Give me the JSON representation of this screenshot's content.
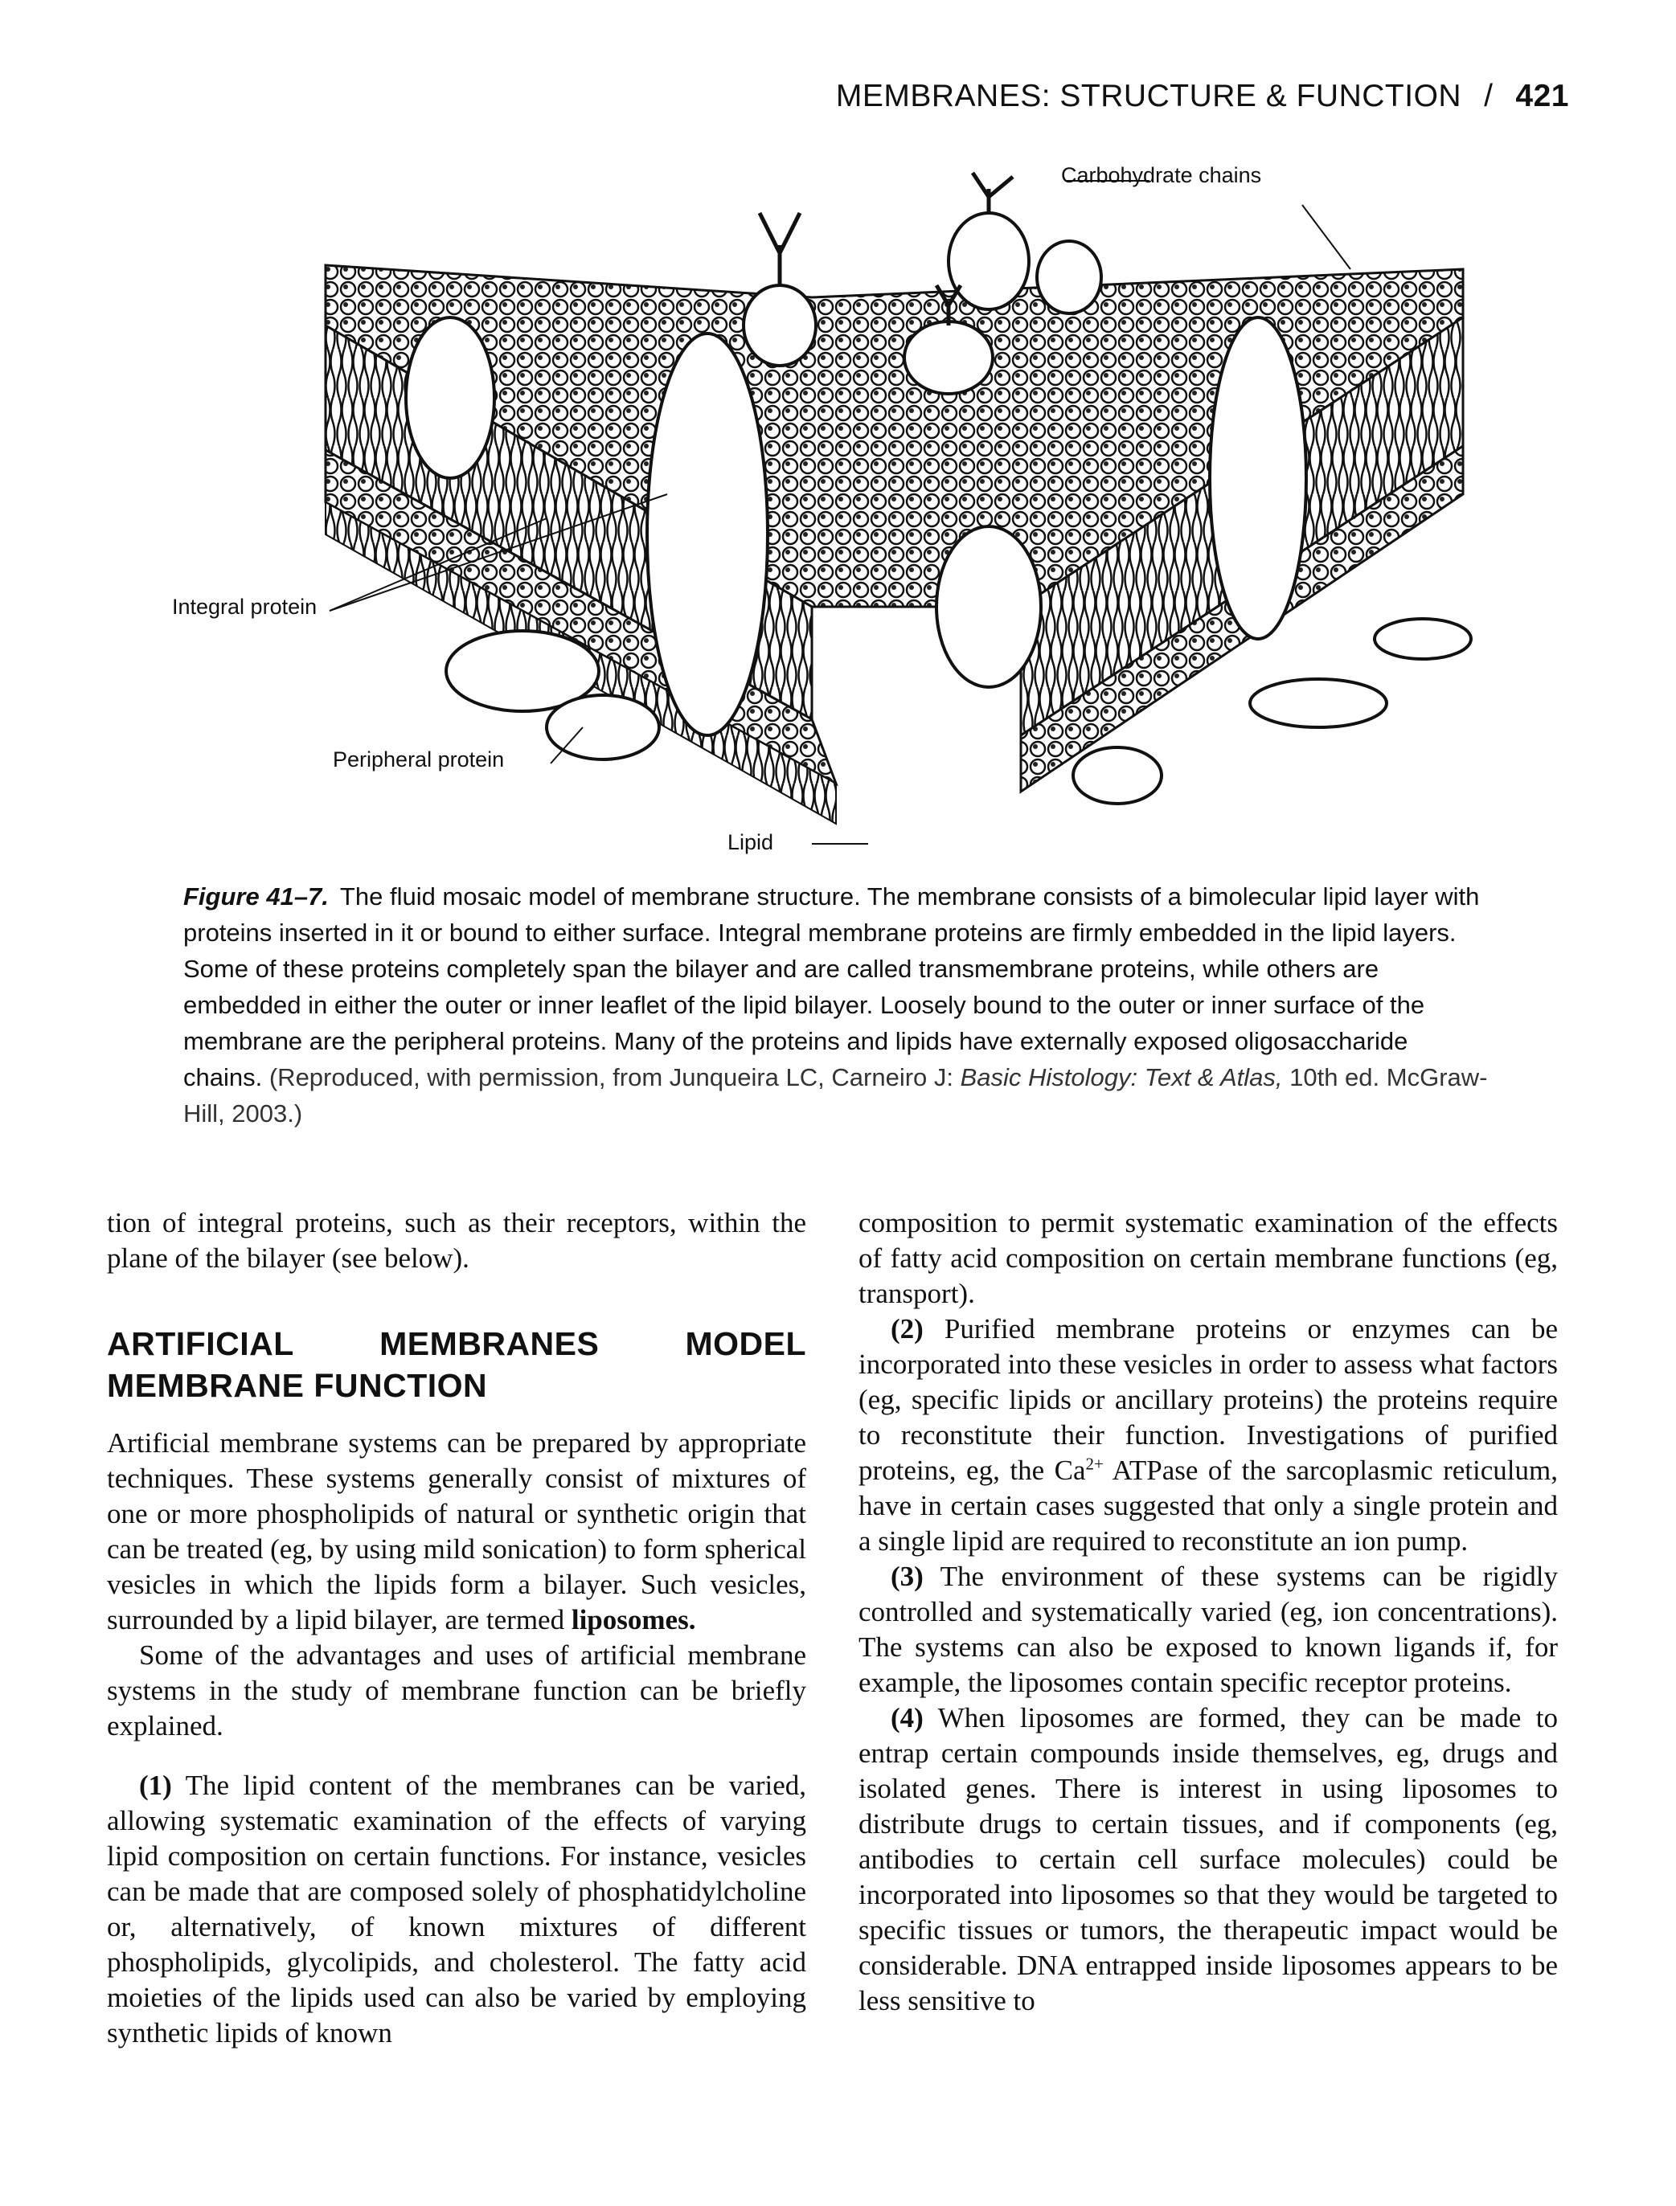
{
  "header": {
    "title": "MEMBRANES: STRUCTURE & FUNCTION",
    "separator": "/",
    "page_number": "421"
  },
  "figure": {
    "labels": {
      "carbohydrate": "Carbohydrate chains",
      "integral": "Integral protein",
      "peripheral": "Peripheral protein",
      "lipid": "Lipid"
    },
    "caption": {
      "number": "Figure 41–7.",
      "text": "The fluid mosaic model of membrane structure. The membrane consists of a bimolecular lipid layer with proteins inserted in it or bound to either surface. Integral membrane proteins are firmly embedded in the lipid layers. Some of these proteins completely span the bilayer and are called transmembrane proteins, while others are embedded in either the outer or inner leaflet of the lipid bilayer. Loosely bound to the outer or inner surface of the membrane are the peripheral proteins. Many of the proteins and lipids have externally exposed oligosaccharide chains.",
      "source_prefix": "(Reproduced, with permission, from Junqueira LC, Carneiro J: ",
      "source_title": "Basic Histology: Text & Atlas,",
      "source_suffix": " 10th ed. McGraw-Hill, 2003.)"
    }
  },
  "left_column": {
    "continuation_a": "tion of integral proteins, such as ",
    "continuation_b": "their receptors, within",
    "continuation_c": " the plane of the bilayer (see below).",
    "heading": "ARTIFICIAL MEMBRANES MODEL MEMBRANE FUNCTION",
    "p1_text": "Artificial membrane systems can be prepared by appropriate techniques. These systems generally consist of mixtures of one or more phospholipids of natural or synthetic origin that can be treated (eg, by using mild sonication) to form spherical vesicles in which the lipids form a bilayer. Such vesicles, surrounded by a lipid bilayer, are termed ",
    "p1_term": "liposomes.",
    "p2": "Some of the advantages and uses of artificial membrane systems in the study of membrane function can be briefly explained.",
    "item1_num": "(1)",
    "item1": " The lipid content of the membranes can be varied, allowing systematic examination of the effects of varying lipid composition on certain functions. For instance, vesicles can be made that are composed solely of phosphatidylcholine or, alternatively, of known mixtures of different phospholipids, glycolipids, and cholesterol. The fatty acid moieties of the lipids used can also be varied by employing synthetic lipids of known"
  },
  "right_column": {
    "continuation": "composition to permit systematic examination of the effects of fatty acid composition on certain membrane functions (eg, transport).",
    "item2_num": "(2)",
    "item2_a": " Purified membrane proteins or enzymes can be incorporated into these vesicles in order to assess what factors (eg, specific lipids or ancillary proteins) the proteins require to reconstitute their function. Investigations of purified proteins, eg, the Ca",
    "item2_sup": "2+",
    "item2_b": " ATPase of the sarcoplasmic reticulum, have in certain cases suggested that only a single protein and a single lipid are required to reconstitute an ion pump.",
    "item3_num": "(3)",
    "item3": " The environment of these systems can be rigidly controlled and systematically varied (eg, ion concentrations). The systems can also be exposed to known ligands if, for example, the liposomes contain specific receptor proteins.",
    "item4_num": "(4)",
    "item4": " When liposomes are formed, they can be made to entrap certain compounds inside themselves, eg, drugs and isolated genes. There is interest in using liposomes to distribute drugs to certain tissues, and if components (eg, antibodies to certain cell surface molecules) could be incorporated into liposomes so that they would be targeted to specific tissues or tumors, the therapeutic impact would be considerable. DNA entrapped inside liposomes appears to be less sensitive to"
  }
}
